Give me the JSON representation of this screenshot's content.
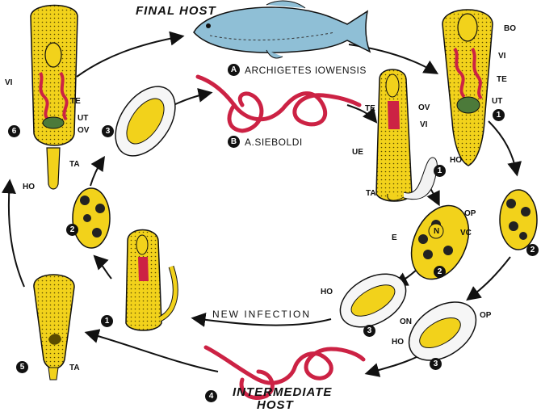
{
  "hosts": {
    "final": "FINAL HOST",
    "intermediate_line1": "INTERMEDIATE",
    "intermediate_line2": "HOST"
  },
  "species": {
    "a": {
      "badge": "A",
      "name": "ARCHIGETES IOWENSIS"
    },
    "b": {
      "badge": "B",
      "name": "A.SIEBOLDI"
    }
  },
  "new_infection": "NEW INFECTION",
  "labels": {
    "bo": "BO",
    "vi": "VI",
    "te": "TE",
    "ut": "UT",
    "ov": "OV",
    "ue": "UE",
    "ho": "HO",
    "ta": "TA",
    "op": "OP",
    "n": "N",
    "vc": "VC",
    "e": "E",
    "on": "ON"
  },
  "stages": [
    "1",
    "2",
    "3",
    "4",
    "5",
    "6"
  ],
  "colors": {
    "body_yellow": "#f2d21b",
    "worm_red": "#cc2244",
    "fish_blue": "#8fbfd6",
    "ovary_green": "#4c7a3a",
    "ink": "#111111"
  }
}
